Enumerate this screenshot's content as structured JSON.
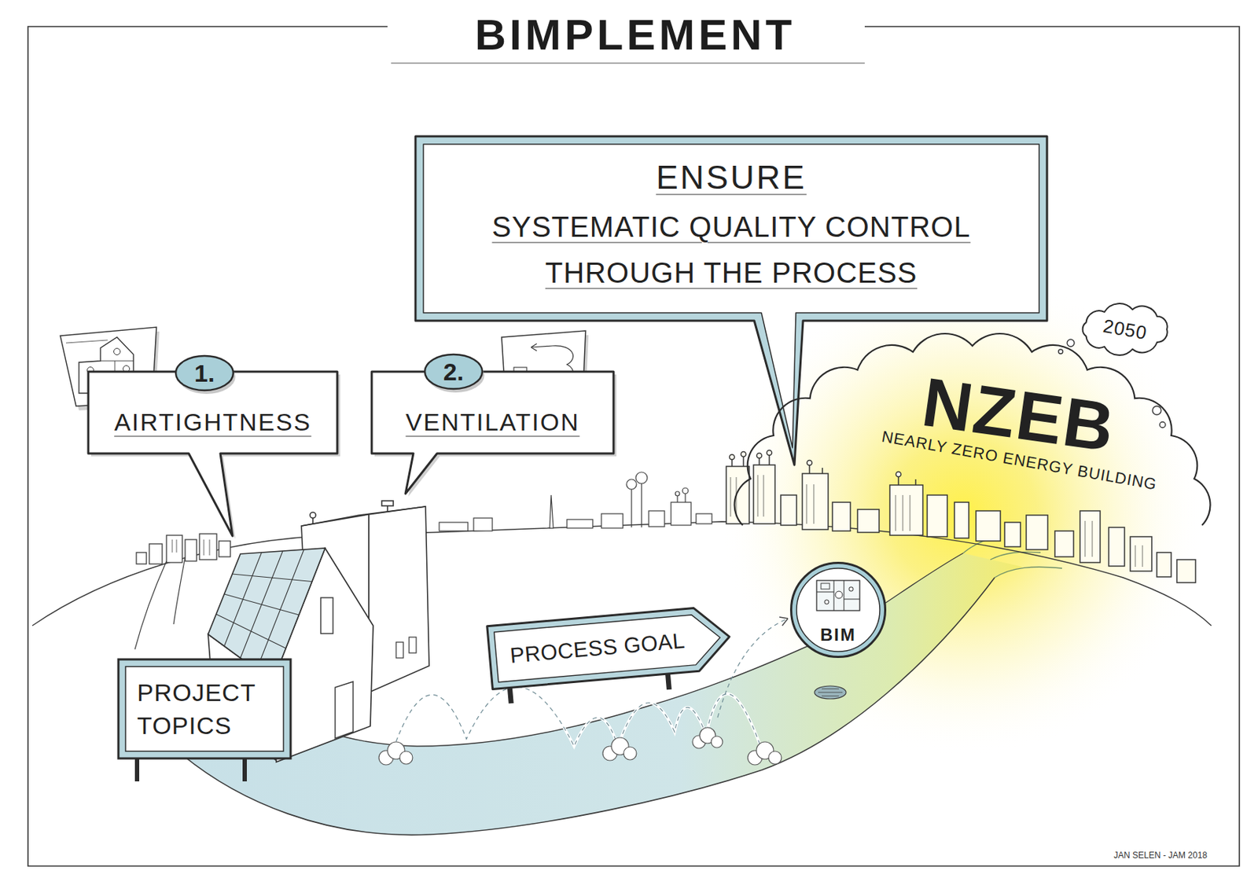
{
  "diagram": {
    "title": "BIMPLEMENT",
    "nodes": [
      {
        "text": [
          "ENSURE",
          "SYSTEMATIC QUALITY CONTROL THROUGH THE PROCESS"
        ]
      },
      {
        "text": [
          "AIRTIGHTNESS"
        ]
      },
      {
        "text": [
          "1."
        ],
        "in": 1
      },
      {
        "text": [
          "VENTILATION"
        ]
      },
      {
        "text": [
          "2."
        ],
        "in": 3
      },
      {
        "text": [
          "2050"
        ]
      },
      {
        "text": [
          "NZEB",
          "NEARLY ZERO ENERGY BUILDING"
        ]
      },
      {
        "text": [
          "PROJECT TOPICS"
        ]
      },
      {
        "text": [
          "PROCESS GOAL"
        ]
      },
      {
        "text": [
          "BIM"
        ]
      }
    ],
    "labels": [
      "JAN SELEN - JAM 2018"
    ]
  }
}
